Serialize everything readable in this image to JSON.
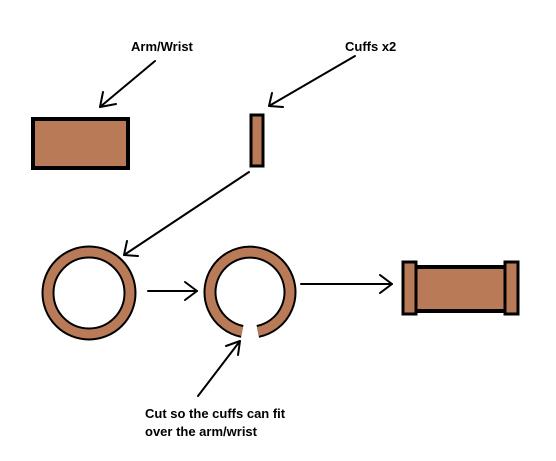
{
  "labels": {
    "arm_wrist": "Arm/Wrist",
    "cuffs": "Cuffs x2",
    "cut_line1": "Cut so the cuffs can fit",
    "cut_line2": "over the arm/wrist"
  },
  "colors": {
    "fill": "#b97a57",
    "stroke": "#000000",
    "background": "#ffffff"
  }
}
